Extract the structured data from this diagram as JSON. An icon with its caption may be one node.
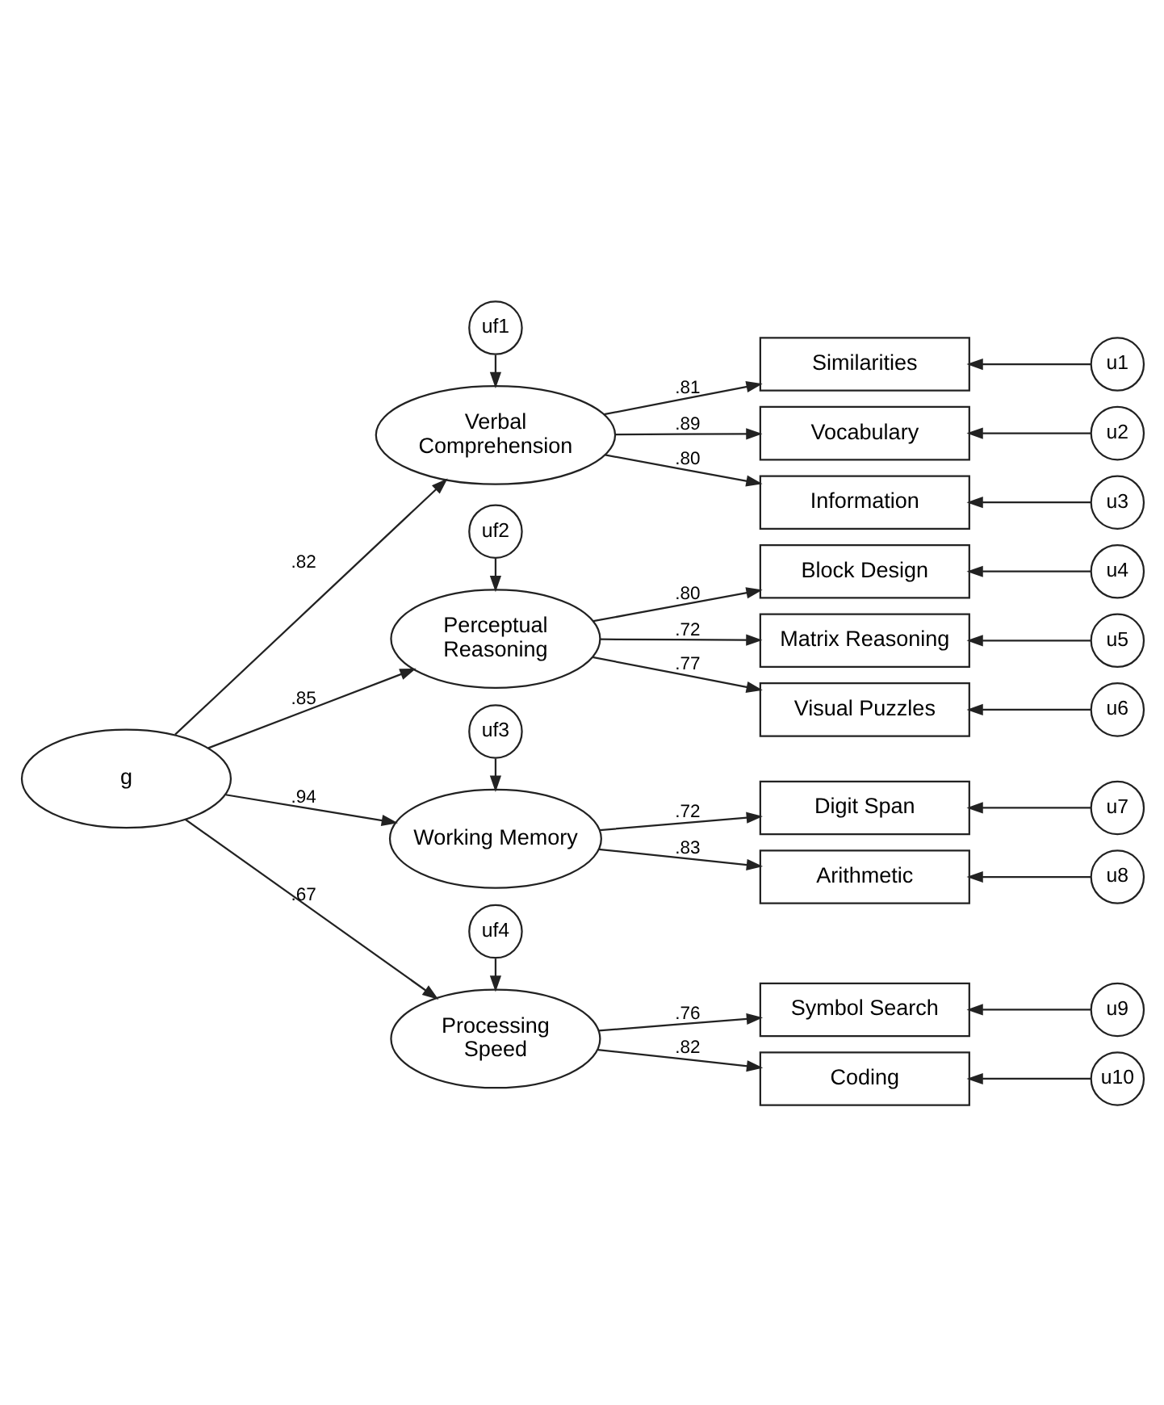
{
  "diagram": {
    "nodes": [
      {
        "text": [
          "uf1"
        ]
      },
      {
        "text": [
          "Verbal Comprehension"
        ]
      },
      {
        "text": [
          "Similarities"
        ]
      },
      {
        "text": [
          "u1"
        ]
      },
      {
        "text": [
          "Vocabulary"
        ]
      },
      {
        "text": [
          "u2"
        ]
      },
      {
        "text": [
          "Information"
        ]
      },
      {
        "text": [
          "u3"
        ]
      },
      {
        "text": [
          "uf2"
        ]
      },
      {
        "text": [
          "Perceptual Reasoning"
        ]
      },
      {
        "text": [
          "Block Design"
        ]
      },
      {
        "text": [
          "u4"
        ]
      },
      {
        "text": [
          "Matrix Reasoning"
        ]
      },
      {
        "text": [
          "u5"
        ]
      },
      {
        "text": [
          "Visual Puzzles"
        ]
      },
      {
        "text": [
          "u6"
        ]
      },
      {
        "text": [
          "g"
        ]
      },
      {
        "text": [
          "uf3"
        ]
      },
      {
        "text": [
          "Working Memory"
        ]
      },
      {
        "text": [
          "Digit Span"
        ]
      },
      {
        "text": [
          "u7"
        ]
      },
      {
        "text": [
          "Arithmetic"
        ]
      },
      {
        "text": [
          "u8"
        ]
      },
      {
        "text": [
          "uf4"
        ]
      },
      {
        "text": [
          "Processing Speed"
        ]
      },
      {
        "text": [
          "Symbol Search"
        ]
      },
      {
        "text": [
          "u9"
        ]
      },
      {
        "text": [
          "Coding"
        ]
      },
      {
        "text": [
          "u10"
        ]
      }
    ],
    "edges": [
      {
        "from": 16,
        "to": 1,
        "arrow": "to",
        "label": ".82"
      },
      {
        "from": 16,
        "to": 9,
        "arrow": "to",
        "label": ".85"
      },
      {
        "from": 16,
        "to": 18,
        "arrow": "to",
        "label": ".94"
      },
      {
        "from": 16,
        "to": 24,
        "arrow": "to",
        "label": ".67"
      },
      {
        "from": 0,
        "to": 1,
        "arrow": "to"
      },
      {
        "from": 8,
        "to": 9,
        "arrow": "to"
      },
      {
        "from": 17,
        "to": 18,
        "arrow": "to"
      },
      {
        "from": 23,
        "to": 24,
        "arrow": "to"
      },
      {
        "from": 1,
        "to": 2,
        "arrow": "to",
        "label": ".81"
      },
      {
        "from": 1,
        "to": 4,
        "arrow": "to",
        "label": ".89"
      },
      {
        "from": 1,
        "to": 6,
        "arrow": "to",
        "label": ".80"
      },
      {
        "from": 9,
        "to": 10,
        "arrow": "to",
        "label": ".80"
      },
      {
        "from": 9,
        "to": 12,
        "arrow": "to",
        "label": ".72"
      },
      {
        "from": 9,
        "to": 14,
        "arrow": "to",
        "label": ".77"
      },
      {
        "from": 18,
        "to": 19,
        "arrow": "to",
        "label": ".72"
      },
      {
        "from": 18,
        "to": 21,
        "arrow": "to",
        "label": ".83"
      },
      {
        "from": 24,
        "to": 25,
        "arrow": "to",
        "label": ".76"
      },
      {
        "from": 24,
        "to": 27,
        "arrow": "to",
        "label": ".82"
      },
      {
        "from": 3,
        "to": 2,
        "arrow": "to"
      },
      {
        "from": 5,
        "to": 4,
        "arrow": "to"
      },
      {
        "from": 7,
        "to": 6,
        "arrow": "to"
      },
      {
        "from": 11,
        "to": 10,
        "arrow": "to"
      },
      {
        "from": 13,
        "to": 12,
        "arrow": "to"
      },
      {
        "from": 15,
        "to": 14,
        "arrow": "to"
      },
      {
        "from": 20,
        "to": 19,
        "arrow": "to"
      },
      {
        "from": 22,
        "to": 21,
        "arrow": "to"
      },
      {
        "from": 26,
        "to": 25,
        "arrow": "to"
      },
      {
        "from": 28,
        "to": 27,
        "arrow": "to"
      }
    ]
  }
}
